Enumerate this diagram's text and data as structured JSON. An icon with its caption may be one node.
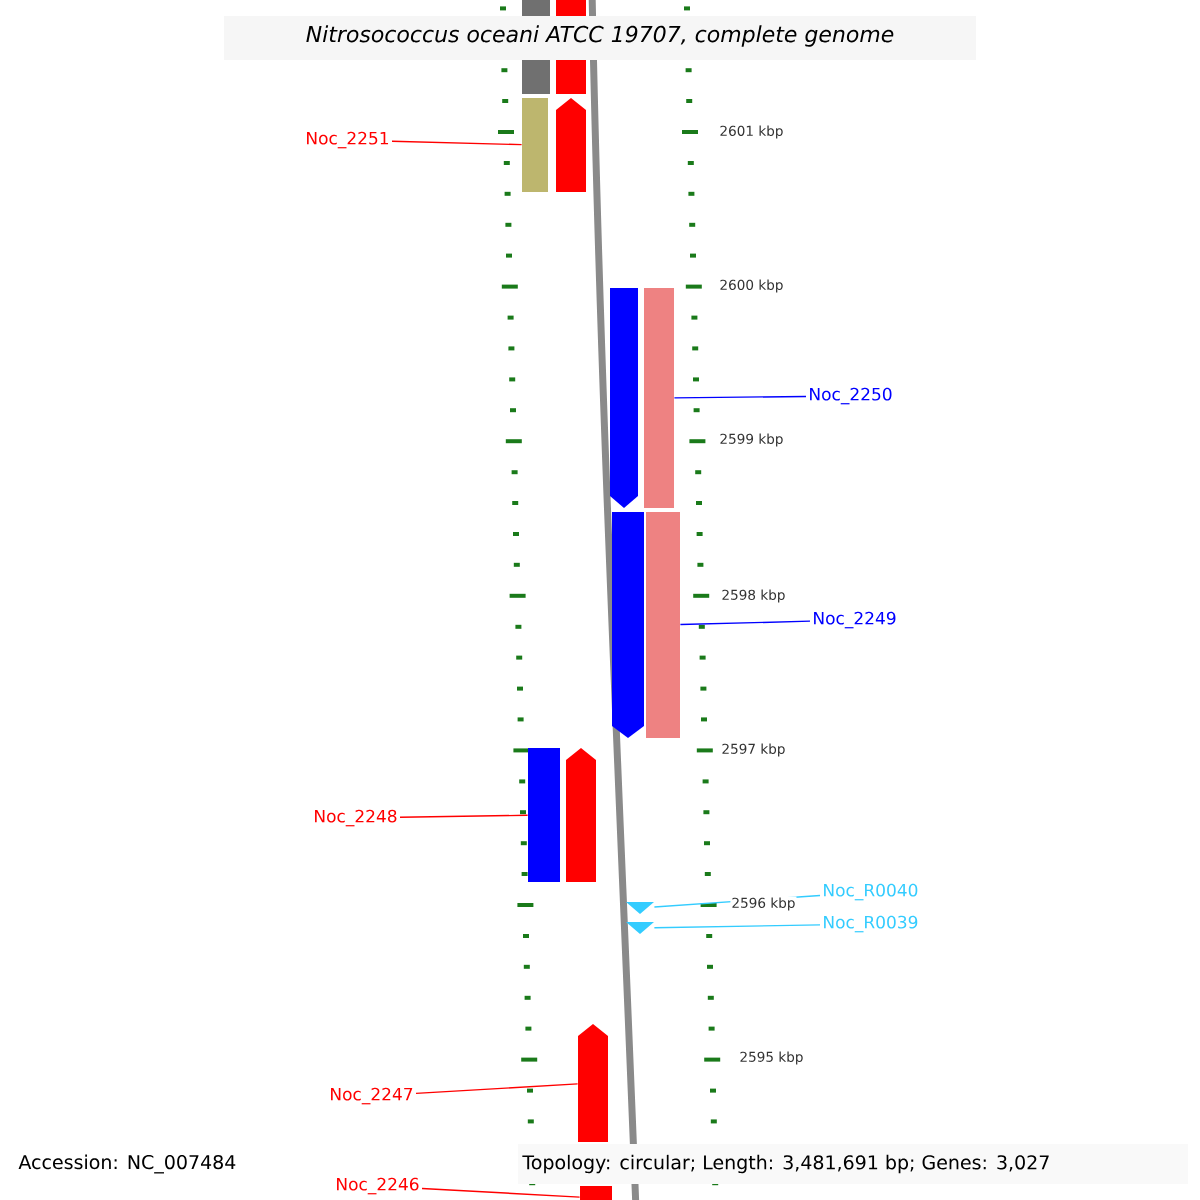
{
  "diagram": {
    "title": "*Nitrosococcus oceani* ATCC 19707, complete genome",
    "nodes": [
      {
        "text": [
          "Noc_2251"
        ]
      },
      {
        "text": [
          "Noc_2250"
        ]
      },
      {
        "text": [
          "Noc_2249"
        ]
      },
      {
        "text": [
          "Noc_2248"
        ]
      },
      {
        "text": [
          "Noc_R0040"
        ]
      },
      {
        "text": [
          "Noc_R0039"
        ]
      },
      {
        "text": [
          "Noc_2247"
        ]
      },
      {
        "text": [
          "Noc_2246"
        ]
      },
      {
        "text": [],
        "shape": "box"
      },
      {
        "text": [],
        "shape": "box"
      },
      {
        "text": [],
        "shape": "box"
      },
      {
        "text": [],
        "shape": "arrow"
      },
      {
        "text": [],
        "shape": "arrow"
      },
      {
        "text": [],
        "shape": "box"
      },
      {
        "text": [],
        "shape": "arrow"
      },
      {
        "text": [],
        "shape": "box"
      },
      {
        "text": [],
        "shape": "box"
      },
      {
        "text": [],
        "shape": "arrow"
      },
      {
        "text": [],
        "shape": "triangle"
      },
      {
        "text": [],
        "shape": "triangle"
      },
      {
        "text": [],
        "shape": "arrow"
      },
      {
        "text": [],
        "shape": "box"
      }
    ],
    "edges": [
      {
        "from": 0,
        "to": 10,
        "arrow": "none"
      },
      {
        "from": 1,
        "to": 13,
        "arrow": "none",
        "color": "#0000ff"
      },
      {
        "from": 2,
        "to": 15,
        "arrow": "none",
        "color": "#0000ff"
      },
      {
        "from": 3,
        "to": 16,
        "arrow": "none"
      },
      {
        "from": 4,
        "to": 18,
        "arrow": "none",
        "color": "#33ccff"
      },
      {
        "from": 5,
        "to": 19,
        "arrow": "none",
        "color": "#33ccff"
      },
      {
        "from": 6,
        "to": 20,
        "arrow": "none"
      },
      {
        "from": 7,
        "to": 21,
        "arrow": "none"
      }
    ],
    "labels": [
      "2601 kbp",
      "2600 kbp",
      "2599 kbp",
      "2598 kbp",
      "2597 kbp",
      "2596 kbp",
      "2595 kbp",
      "Accession: NC_007484",
      "Topology: circular; Length: 3,481,691 bp; Genes: 3,027"
    ]
  }
}
